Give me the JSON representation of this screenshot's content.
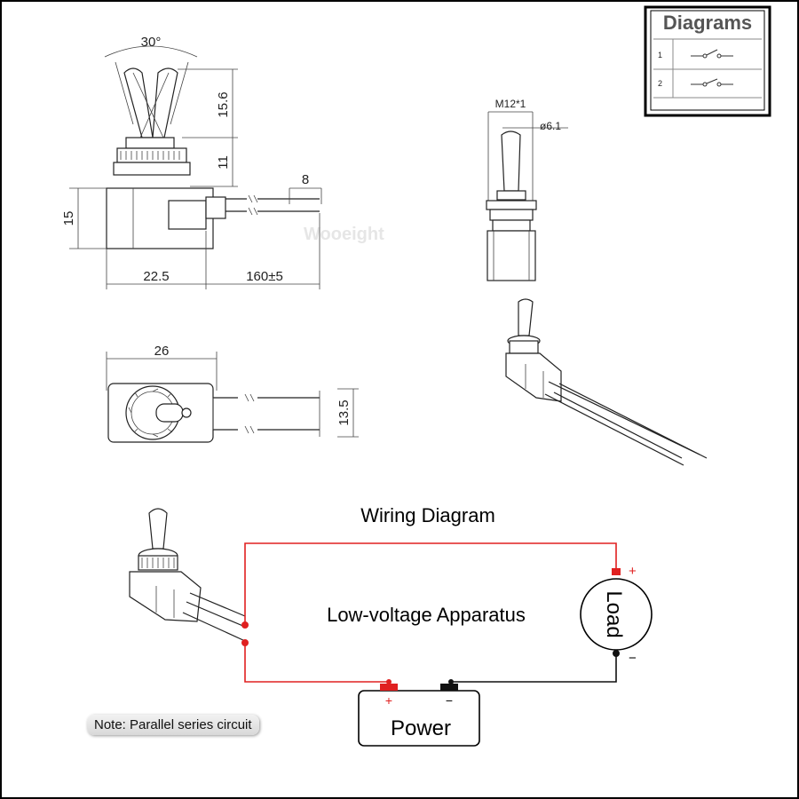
{
  "legend": {
    "title": "Diagrams",
    "rows": [
      {
        "index": "1",
        "symbol": "spst-switch-icon"
      },
      {
        "index": "2",
        "symbol": "spst-switch-icon"
      }
    ]
  },
  "watermark": "Wooeight",
  "dimensions": {
    "angle": "30°",
    "handle_height": "15.6",
    "bushing_height": "11",
    "lead_strip": "8",
    "body_height": "15",
    "body_length": "22.5",
    "lead_length": "160±5",
    "side_length": "26",
    "lead_spacing": "13.5",
    "thread": "M12*1",
    "handle_dia": "ø6.1"
  },
  "wiring": {
    "title": "Wiring Diagram",
    "apparatus_label": "Low-voltage Apparatus",
    "load_label": "Load",
    "power_label": "Power",
    "plus": "+",
    "minus": "−",
    "note": "Note: Parallel series circuit"
  },
  "colors": {
    "positive_wire": "#e02020",
    "negative_wire": "#111111"
  }
}
